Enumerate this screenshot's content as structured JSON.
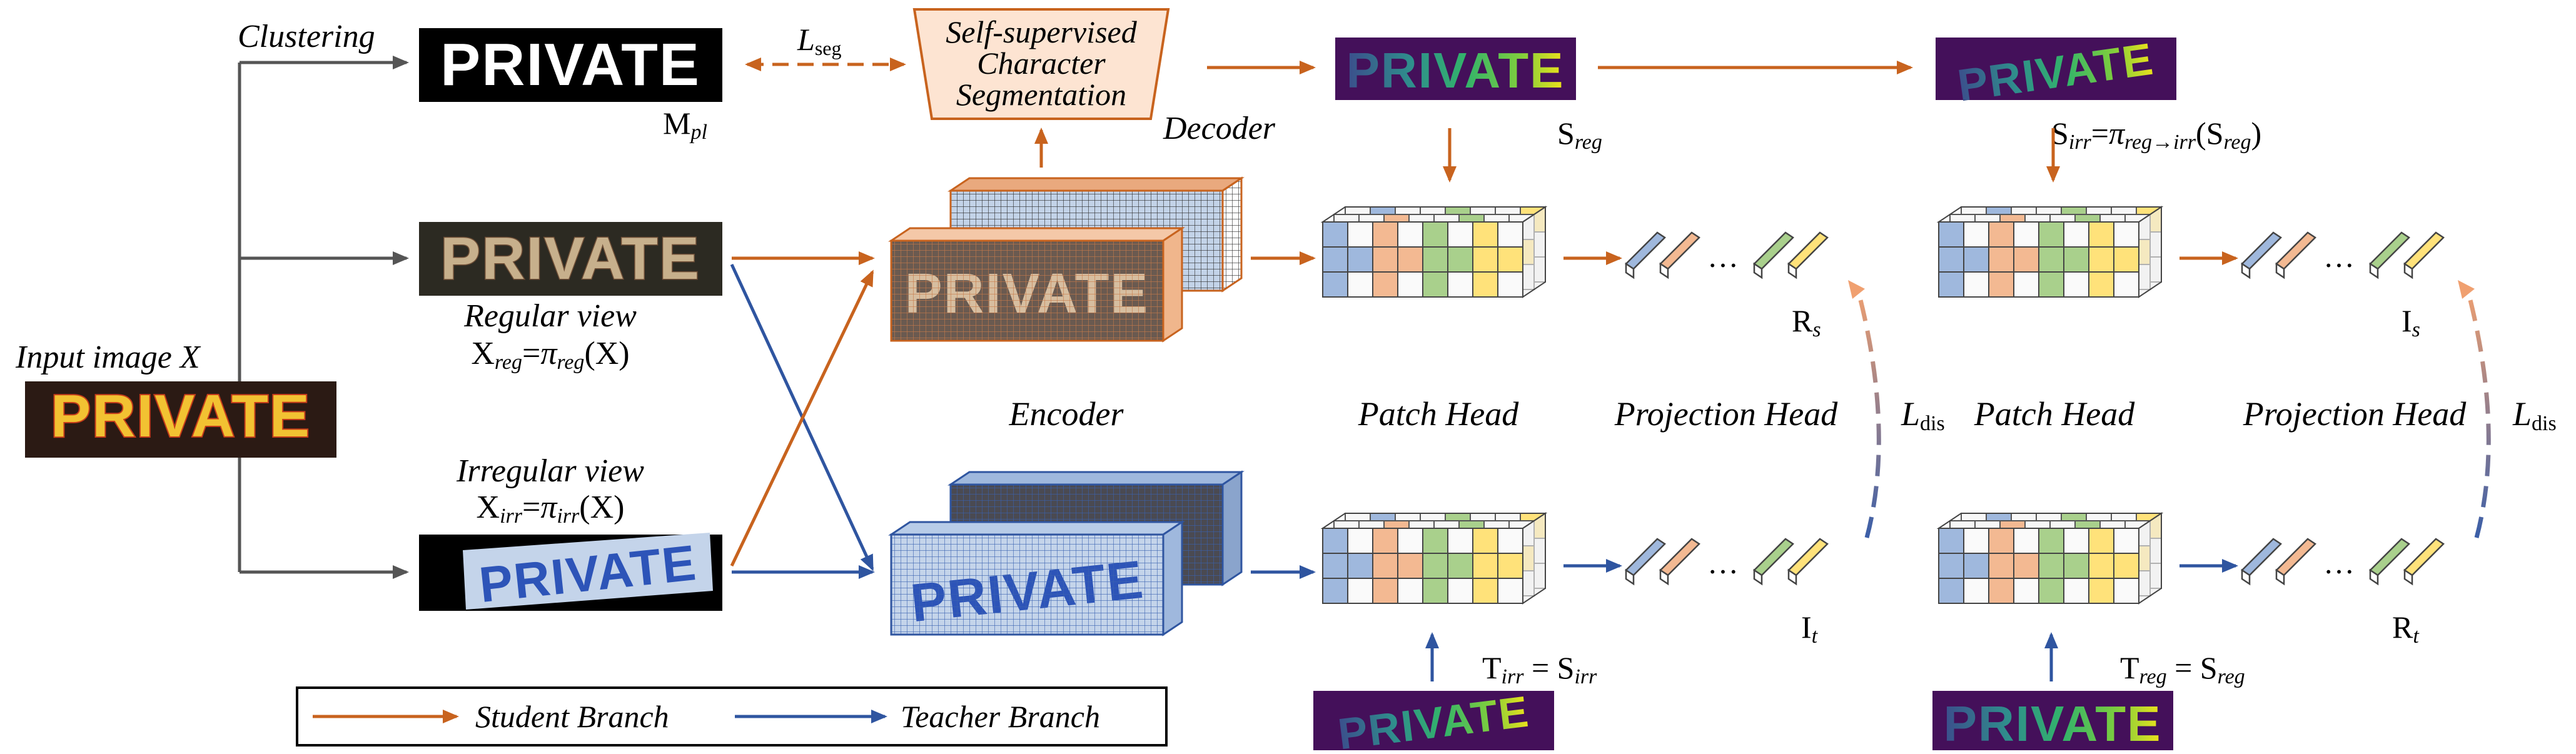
{
  "colors": {
    "student": "#c8631e",
    "teacher": "#2f55a0",
    "gray_arrow": "#555555",
    "patch_blue": "#9fb8dd",
    "patch_orange": "#f3b992",
    "patch_green": "#a9d08c",
    "patch_yellow": "#ffe27a",
    "plot_bg": "#44105a"
  },
  "labels": {
    "clustering": "Clustering",
    "lseg_main": "L",
    "lseg_sub": "seg",
    "mpl_main": "M",
    "mpl_sub": "pl",
    "seg_line1": "Self-supervised",
    "seg_line2": "Character",
    "seg_line3": "Segmentation",
    "decoder": "Decoder",
    "sreg_main": "S",
    "sreg_sub": "reg",
    "sirr_formula": {
      "a": "S",
      "a_sub": "irr",
      "b": "=",
      "c": "π",
      "c_sub": "reg→irr",
      "d": "(S",
      "d_sub": "reg",
      "e": ")"
    },
    "input_image": "Input image X",
    "regular_view": "Regular view",
    "xreg_formula": {
      "a": "X",
      "a_sub": "reg",
      "b": "=",
      "c": "π",
      "c_sub": "reg",
      "d": "(X)"
    },
    "irregular_view": "Irregular view",
    "xirr_formula": {
      "a": "X",
      "a_sub": "irr",
      "b": "=",
      "c": "π",
      "c_sub": "irr",
      "d": "(X)"
    },
    "encoder": "Encoder",
    "patch_head_1": "Patch Head",
    "projection_head_1": "Projection Head",
    "patch_head_2": "Patch Head",
    "projection_head_2": "Projection Head",
    "ldis_1_main": "L",
    "ldis_1_sub": "dis",
    "ldis_2_main": "L",
    "ldis_2_sub": "dis",
    "rs_main": "R",
    "rs_sub": "s",
    "is_main": "I",
    "is_sub": "s",
    "it_main": "I",
    "it_sub": "t",
    "rt_main": "R",
    "rt_sub": "t",
    "ellipsis": "…",
    "tirr": {
      "a": "T",
      "a_sub": "irr",
      "b": " = S",
      "b_sub": "irr"
    },
    "treg": {
      "a": "T",
      "a_sub": "reg",
      "b": " = S",
      "b_sub": "reg"
    }
  },
  "image_word": "PRIVATE",
  "legend": {
    "student": "Student Branch",
    "teacher": "Teacher Branch"
  },
  "icons": {
    "patch_grid": "cube-grid-icon",
    "projection_bar": "projection-vector-icon"
  }
}
